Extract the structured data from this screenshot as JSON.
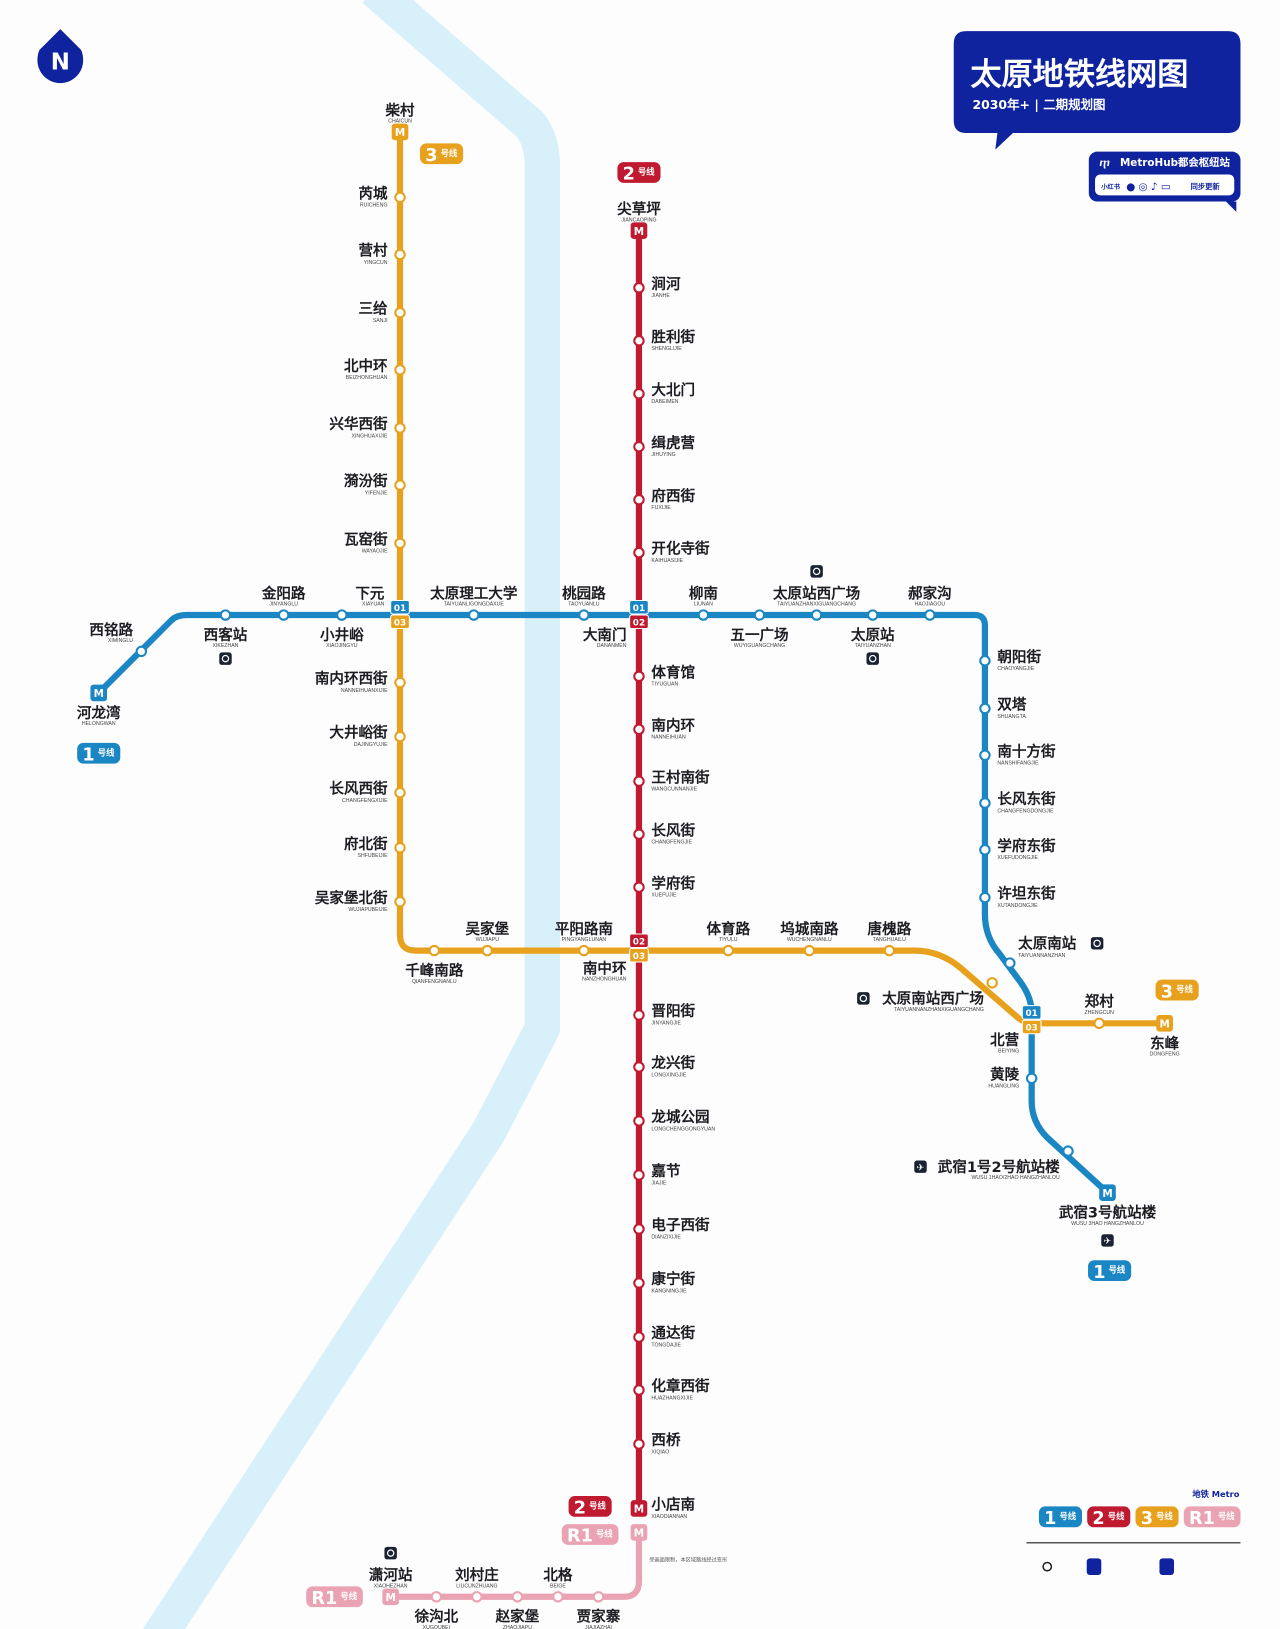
{
  "header": {
    "north_label": "N",
    "title": "太原地铁线网图",
    "subtitle": "2030年+ | 二期规划图",
    "source_brand": "MetroHub都会枢纽站",
    "source_platform": "小红书",
    "source_update": "同步更新"
  },
  "colors": {
    "line1": "#1b86c4",
    "line2": "#c01a30",
    "line3": "#e8a11c",
    "r1": "#eaa3b3",
    "title_bg": "#10239e",
    "river": "#d7f0fa"
  },
  "line_badges": {
    "l1": {
      "num": "1",
      "suffix": "号线"
    },
    "l2": {
      "num": "2",
      "suffix": "号线"
    },
    "l3": {
      "num": "3",
      "suffix": "号线"
    },
    "r1": {
      "num": "R1",
      "suffix": "号线"
    }
  },
  "lines": [
    {
      "id": "01",
      "stations": [
        {
          "name": "河龙湾",
          "pinyin": "HELONGWAN"
        },
        {
          "name": "西铭路",
          "pinyin": "XIMINGLU"
        },
        {
          "name": "西客站",
          "pinyin": "XIKEZHAN"
        },
        {
          "name": "金阳路",
          "pinyin": "JINYANGLU"
        },
        {
          "name": "小井峪",
          "pinyin": "XIAOJINGYU"
        },
        {
          "name": "太原理工大学",
          "pinyin": "TAIYUANLIGONGDAXUE"
        },
        {
          "name": "桃园路",
          "pinyin": "TAOYUANLU"
        },
        {
          "name": "柳南",
          "pinyin": "LIUNAN"
        },
        {
          "name": "五一广场",
          "pinyin": "WUYIGUANGCHANG"
        },
        {
          "name": "太原站西广场",
          "pinyin": "TAIYUANZHANXIGUANGCHANG"
        },
        {
          "name": "太原站",
          "pinyin": "TAIYUANZHAN"
        },
        {
          "name": "郝家沟",
          "pinyin": "HAOJIAGOU"
        },
        {
          "name": "朝阳街",
          "pinyin": "CHAOYANGJIE"
        },
        {
          "name": "双塔",
          "pinyin": "SHUANGTA"
        },
        {
          "name": "南十方街",
          "pinyin": "NANSHIFANGJIE"
        },
        {
          "name": "长风东街",
          "pinyin": "CHANGFENGDONGJIE"
        },
        {
          "name": "学府东街",
          "pinyin": "XUEFUDONGJIE"
        },
        {
          "name": "许坦东街",
          "pinyin": "XUTANDONGJIE"
        },
        {
          "name": "太原南站",
          "pinyin": "TAIYUANNANZHAN"
        },
        {
          "name": "黄陵",
          "pinyin": "HUANGLING"
        },
        {
          "name": "武宿1号2号航站楼",
          "pinyin": "WUSU 1HAO/2HAO HANGZHANLOU"
        },
        {
          "name": "武宿3号航站楼",
          "pinyin": "WUSU 3HAO HANGZHANLOU"
        }
      ]
    },
    {
      "id": "02",
      "stations": [
        {
          "name": "尖草坪",
          "pinyin": "JIANCAOPING"
        },
        {
          "name": "涧河",
          "pinyin": "JIANHE"
        },
        {
          "name": "胜利街",
          "pinyin": "SHENGLIJIE"
        },
        {
          "name": "大北门",
          "pinyin": "DABEIMEN"
        },
        {
          "name": "缉虎营",
          "pinyin": "JIHUYING"
        },
        {
          "name": "府西街",
          "pinyin": "FUXIJIE"
        },
        {
          "name": "开化寺街",
          "pinyin": "KAIHUASIJIE"
        },
        {
          "name": "体育馆",
          "pinyin": "TIYUGUAN"
        },
        {
          "name": "南内环",
          "pinyin": "NANNEIHUAN"
        },
        {
          "name": "王村南街",
          "pinyin": "WANGCUNNANJIE"
        },
        {
          "name": "长风街",
          "pinyin": "CHANGFENGJIE"
        },
        {
          "name": "学府街",
          "pinyin": "XUEFUJIE"
        },
        {
          "name": "晋阳街",
          "pinyin": "JINYANGJIE"
        },
        {
          "name": "龙兴街",
          "pinyin": "LONGXINGJIE"
        },
        {
          "name": "龙城公园",
          "pinyin": "LONGCHENGGONGYUAN"
        },
        {
          "name": "嘉节",
          "pinyin": "JIAJIE"
        },
        {
          "name": "电子西街",
          "pinyin": "DIANZIXIJIE"
        },
        {
          "name": "康宁街",
          "pinyin": "KANGNINGJIE"
        },
        {
          "name": "通达街",
          "pinyin": "TONGDAJIE"
        },
        {
          "name": "化章西街",
          "pinyin": "HUAZHANGXIJIE"
        },
        {
          "name": "西桥",
          "pinyin": "XIQIAO"
        },
        {
          "name": "小店南",
          "pinyin": "XIAODIANNAN"
        }
      ]
    },
    {
      "id": "03",
      "stations": [
        {
          "name": "柴村",
          "pinyin": "CHAICUN"
        },
        {
          "name": "芮城",
          "pinyin": "RUICHENG"
        },
        {
          "name": "营村",
          "pinyin": "YINGCUN"
        },
        {
          "name": "三给",
          "pinyin": "SANJI"
        },
        {
          "name": "北中环",
          "pinyin": "BEIZHONGHUAN"
        },
        {
          "name": "兴华西街",
          "pinyin": "XINGHUAXIJIE"
        },
        {
          "name": "漪汾街",
          "pinyin": "YIFENJIE"
        },
        {
          "name": "瓦窑街",
          "pinyin": "WAYAOJIE"
        },
        {
          "name": "南内环西街",
          "pinyin": "NANNEIHUANXIJIE"
        },
        {
          "name": "大井峪街",
          "pinyin": "DAJINGYUJIE"
        },
        {
          "name": "长风西街",
          "pinyin": "CHANGFENGXIJIE"
        },
        {
          "name": "府北街",
          "pinyin": "SHFUBEIJIE"
        },
        {
          "name": "吴家堡北街",
          "pinyin": "WUJIAPUBEIJIE"
        },
        {
          "name": "千峰南路",
          "pinyin": "QIANFENGNANLU"
        },
        {
          "name": "吴家堡",
          "pinyin": "WUJIAPU"
        },
        {
          "name": "平阳路南",
          "pinyin": "PINGYANGLUNAN"
        },
        {
          "name": "体育路",
          "pinyin": "TIYULU"
        },
        {
          "name": "坞城南路",
          "pinyin": "WUCHENGNANLU"
        },
        {
          "name": "唐槐路",
          "pinyin": "TANGHUAILU"
        },
        {
          "name": "太原南站西广场",
          "pinyin": "TAIYUANNANZHANXIGUANGCHANG"
        },
        {
          "name": "郑村",
          "pinyin": "ZHENGCUN"
        },
        {
          "name": "东峰",
          "pinyin": "DONGFENG"
        }
      ]
    },
    {
      "id": "R1",
      "stations": [
        {
          "name": "潇河站",
          "pinyin": "XIAOHEZHAN"
        },
        {
          "name": "徐沟北",
          "pinyin": "XUGOUBEI"
        },
        {
          "name": "刘村庄",
          "pinyin": "LIUCUNZHUANG"
        },
        {
          "name": "赵家堡",
          "pinyin": "ZHAOJIAPU"
        },
        {
          "name": "北格",
          "pinyin": "BEIGE"
        },
        {
          "name": "贾家寨",
          "pinyin": "JIAJIAZHAI"
        }
      ]
    }
  ],
  "interchanges": [
    {
      "name": "下元",
      "pinyin": "XIAYUAN",
      "codes": [
        "01",
        "03"
      ]
    },
    {
      "name": "大南门",
      "pinyin": "DANANMEN",
      "codes": [
        "01",
        "02"
      ]
    },
    {
      "name": "南中环",
      "pinyin": "NANZHONGHUAN",
      "codes": [
        "02",
        "03"
      ]
    },
    {
      "name": "北营",
      "pinyin": "BEIYING",
      "codes": [
        "01",
        "03"
      ]
    }
  ],
  "note": "受画面限制，本区域路线经过变形",
  "legend": {
    "title": "地铁 Metro"
  }
}
